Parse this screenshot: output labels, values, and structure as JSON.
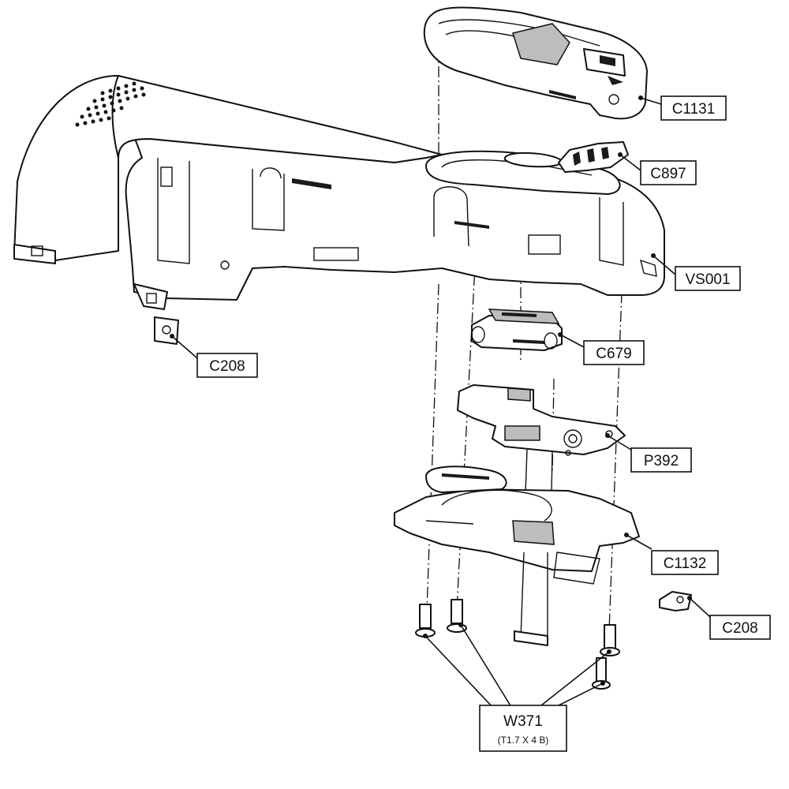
{
  "callouts": [
    {
      "label": "C1131"
    },
    {
      "label": "C897"
    },
    {
      "label": "VS001"
    },
    {
      "label": "C208"
    },
    {
      "label": "C679"
    },
    {
      "label": "P392"
    },
    {
      "label": "C1132"
    },
    {
      "label": "C208"
    },
    {
      "label": "W371",
      "sub": "(T1.7 X 4 B)"
    }
  ]
}
